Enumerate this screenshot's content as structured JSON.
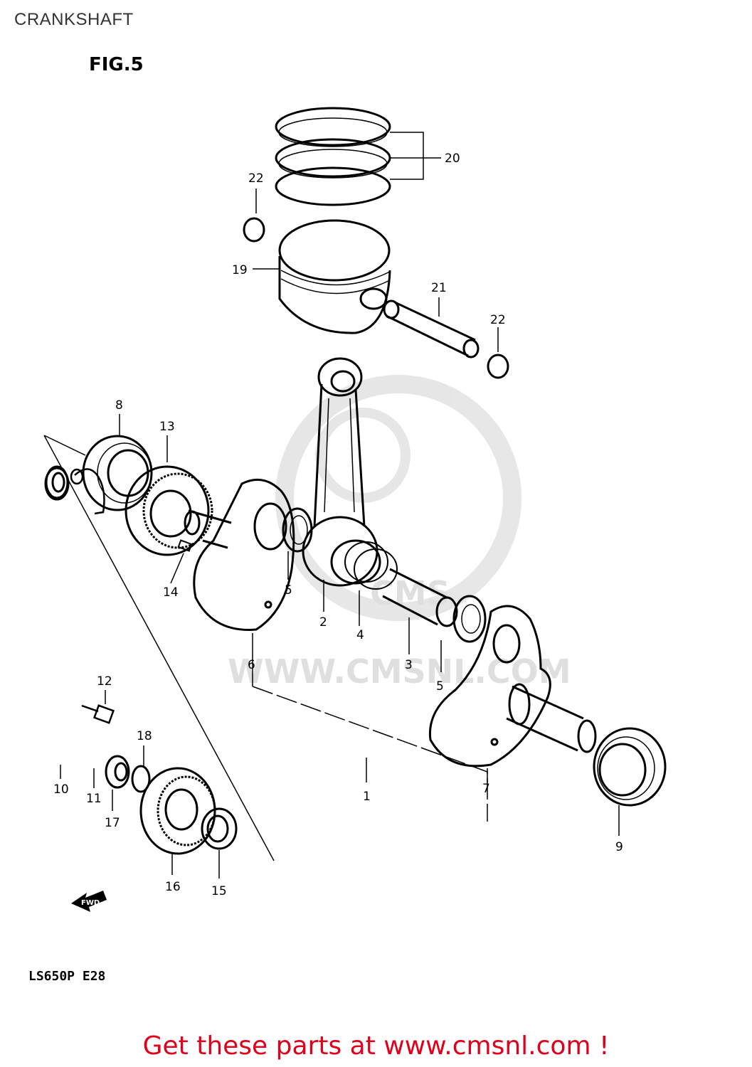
{
  "page": {
    "title": "CRANKSHAFT"
  },
  "figure": {
    "label": "FIG.5",
    "model_code": "LS650P  E28"
  },
  "watermark": {
    "brand": "CMS",
    "url": "WWW.CMSNL.COM"
  },
  "fwd_arrow": {
    "label": "FWD"
  },
  "callouts": {
    "p1": "1",
    "p2": "2",
    "p3": "3",
    "p4": "4",
    "p5a": "5",
    "p5b": "5",
    "p6": "6",
    "p7": "7",
    "p8": "8",
    "p9": "9",
    "p10": "10",
    "p11": "11",
    "p12": "12",
    "p13": "13",
    "p14": "14",
    "p15": "15",
    "p16": "16",
    "p17": "17",
    "p18": "18",
    "p19": "19",
    "p20": "20",
    "p21": "21",
    "p22a": "22",
    "p22b": "22"
  },
  "cta": {
    "text": "Get these parts at www.cmsnl.com !",
    "color": "#e0001b"
  }
}
